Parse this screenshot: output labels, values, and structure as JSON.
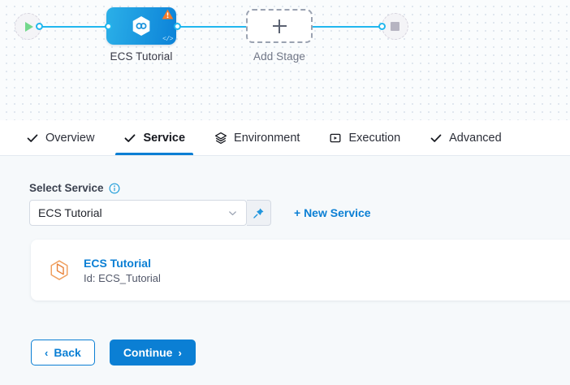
{
  "pipeline": {
    "start_node": {
      "icon": "play-icon",
      "label": ""
    },
    "stage_node": {
      "label": "ECS Tutorial",
      "icon": "hexagon-service-icon",
      "badge": "warning-triangle-icon",
      "code_glyph": "</>"
    },
    "add_stage": {
      "label": "Add Stage",
      "icon": "plus-icon"
    },
    "end_node": {
      "icon": "stop-square-icon"
    },
    "colors": {
      "edge": "#21b7ee",
      "node_start": "#2bb0e8",
      "node_end": "#0c82d8",
      "warning": "#f47b29"
    }
  },
  "tabs": [
    {
      "label": "Overview",
      "icon": "check-icon",
      "active": false
    },
    {
      "label": "Service",
      "icon": "check-icon",
      "active": true
    },
    {
      "label": "Environment",
      "icon": "layers-icon",
      "active": false
    },
    {
      "label": "Execution",
      "icon": "play-box-icon",
      "active": false
    },
    {
      "label": "Advanced",
      "icon": "check-icon",
      "active": false
    }
  ],
  "form": {
    "select_service_label": "Select Service",
    "info_icon": "info-icon",
    "select_value": "ECS Tutorial",
    "select_placeholder": "Select Service",
    "chevron_icon": "chevron-down-icon",
    "pin_icon": "pin-icon",
    "new_service_label": "+ New Service"
  },
  "service_card": {
    "icon": "hexagon-service-icon",
    "name": "ECS Tutorial",
    "id_text": "Id: ECS_Tutorial"
  },
  "footer": {
    "back_label": "Back",
    "back_chevron": "‹",
    "continue_label": "Continue",
    "continue_chevron": "›"
  },
  "theme": {
    "accent": "#0b7fd4",
    "canvas_bg": "#fafcfd",
    "body_bg": "#f6f9fb",
    "text": "#2b2e38"
  }
}
